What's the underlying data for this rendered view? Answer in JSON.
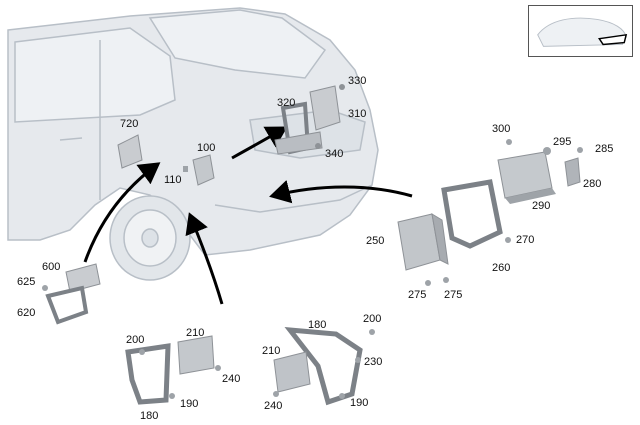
{
  "callouts": {
    "c330a": "330",
    "c320": "320",
    "c310": "310",
    "c340": "340",
    "c720": "720",
    "c100": "100",
    "c110": "110",
    "c300": "300",
    "c295": "295",
    "c285": "285",
    "c280": "280",
    "c290": "290",
    "c250": "250",
    "c270": "270",
    "c260": "260",
    "c275a": "275",
    "c275b": "275",
    "c600": "600",
    "c625": "625",
    "c620": "620",
    "c200a": "200",
    "c210a": "210",
    "c240a": "240",
    "c180a": "180",
    "c190a": "190",
    "c180b": "180",
    "c200b": "200",
    "c210b": "210",
    "c230": "230",
    "c240b": "240",
    "c190b": "190"
  },
  "colors": {
    "vehicle_fill": "#e4e8ec",
    "vehicle_line": "#b9c0c8",
    "part_fill": "#c9ccd0",
    "part_dark": "#8e9297",
    "arrow": "#000000"
  },
  "icons": {
    "locator": "vehicle-locator-icon"
  }
}
